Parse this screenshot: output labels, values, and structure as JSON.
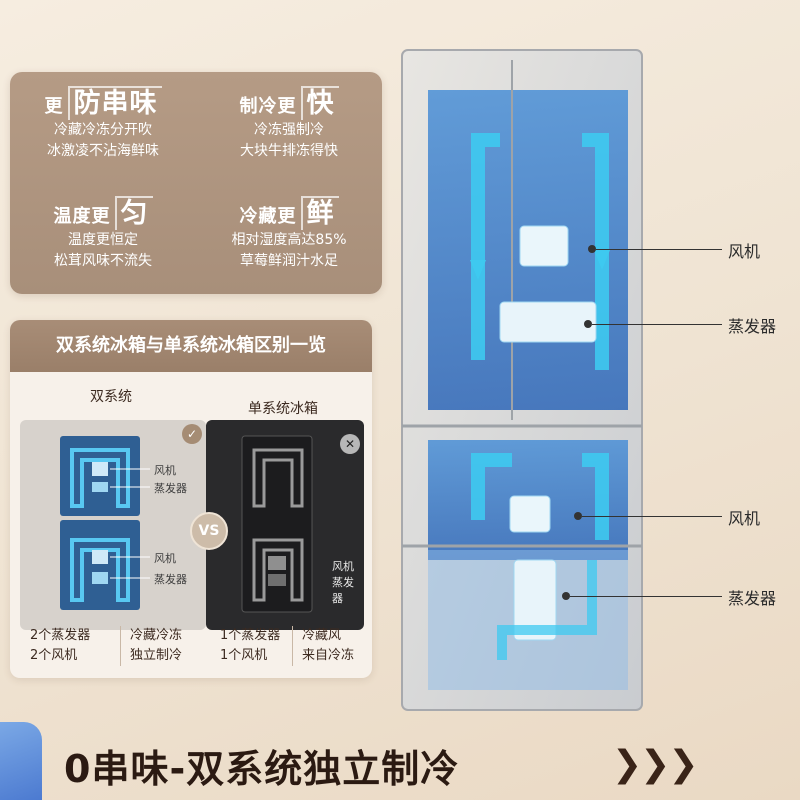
{
  "features": [
    {
      "prefix": "更",
      "big": "防串味",
      "lines": [
        "冷藏冷冻分开吹",
        "冰激凌不沾海鲜味"
      ]
    },
    {
      "prefix": "制冷更",
      "big": "快",
      "lines": [
        "冷冻强制冷",
        "大块牛排冻得快"
      ]
    },
    {
      "prefix": "温度更",
      "big": "匀",
      "lines": [
        "温度更恒定",
        "松茸风味不流失"
      ]
    },
    {
      "prefix": "冷藏更",
      "big": "鲜",
      "lines": [
        "相对湿度高达85%",
        "草莓鲜润汁水足"
      ]
    }
  ],
  "comparison": {
    "title": "双系统冰箱与单系统冰箱区别一览",
    "dual_label": "双系统",
    "single_label": "单系统冰箱",
    "vs": "VS",
    "check_icon": "✓",
    "x_icon": "✕",
    "dual_annotations": [
      "风机",
      "蒸发器",
      "风机",
      "蒸发器"
    ],
    "single_annotations": [
      "风机",
      "蒸发器"
    ],
    "dual_bottom": {
      "left": [
        "2个蒸发器",
        "2个风机"
      ],
      "right": [
        "冷藏冷冻",
        "独立制冷"
      ]
    },
    "single_bottom": {
      "left": [
        "1个蒸发器",
        "1个风机"
      ],
      "right": [
        "冷藏风",
        "来自冷冻"
      ]
    }
  },
  "callouts": [
    "风机",
    "蒸发器",
    "风机",
    "蒸发器"
  ],
  "headline": "0串味-双系统独立制冷",
  "chevrons": "❯❯❯",
  "colors": {
    "airflow": "#3ec9f0",
    "panel": "#ab927d",
    "headline": "#2b1a12"
  }
}
